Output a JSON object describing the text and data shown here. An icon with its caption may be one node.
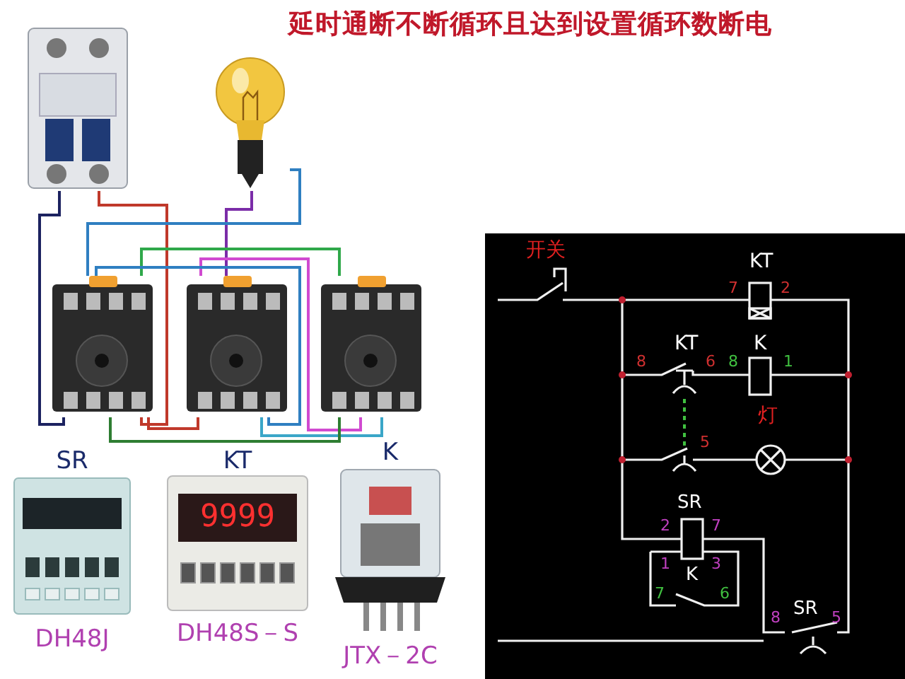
{
  "diagram": {
    "title": "延时通断不断循环且达到设置循环数断电",
    "nodes": [
      {
        "text": [],
        "shape": "picture"
      },
      {
        "text": [],
        "shape": "picture"
      },
      {
        "text": [],
        "shape": "picture"
      },
      {
        "text": [],
        "shape": "picture"
      },
      {
        "text": [],
        "shape": "picture"
      },
      {
        "text": [
          "SR",
          "DH48J"
        ]
      },
      {
        "text": [
          "KT",
          "DH48S－S"
        ]
      },
      {
        "text": [
          "K",
          "JTX－2C"
        ]
      }
    ],
    "edges": [
      {
        "from": 0,
        "to": 2,
        "arrow": "none",
        "color": "#1c2260"
      },
      {
        "from": 0,
        "to": 2,
        "arrow": "none",
        "color": "#c0392b"
      },
      {
        "from": 2,
        "to": 3,
        "arrow": "none",
        "color": "#c0392b"
      },
      {
        "from": 1,
        "to": 3,
        "arrow": "none",
        "color": "#7b2ca8"
      },
      {
        "from": 1,
        "to": 2,
        "arrow": "none",
        "color": "#2f7fc1"
      },
      {
        "from": 2,
        "to": 4,
        "arrow": "none",
        "color": "#2fa84a"
      },
      {
        "from": 3,
        "to": 4,
        "arrow": "none",
        "color": "#d04ad0"
      },
      {
        "from": 2,
        "to": 3,
        "arrow": "none",
        "color": "#2f7fc1"
      },
      {
        "from": 3,
        "to": 4,
        "arrow": "none",
        "color": "#3aa6c8"
      },
      {
        "from": 2,
        "to": 4,
        "arrow": "none",
        "color": "#2e7d32"
      }
    ],
    "labels": [
      "9999",
      "开关",
      "KT",
      "7",
      "2",
      "KT",
      "K",
      "8",
      "6",
      "8",
      "1",
      "灯",
      "5",
      "SR",
      "2",
      "7",
      "1",
      "3",
      "K",
      "7",
      "6",
      "8",
      "SR",
      "5"
    ]
  }
}
